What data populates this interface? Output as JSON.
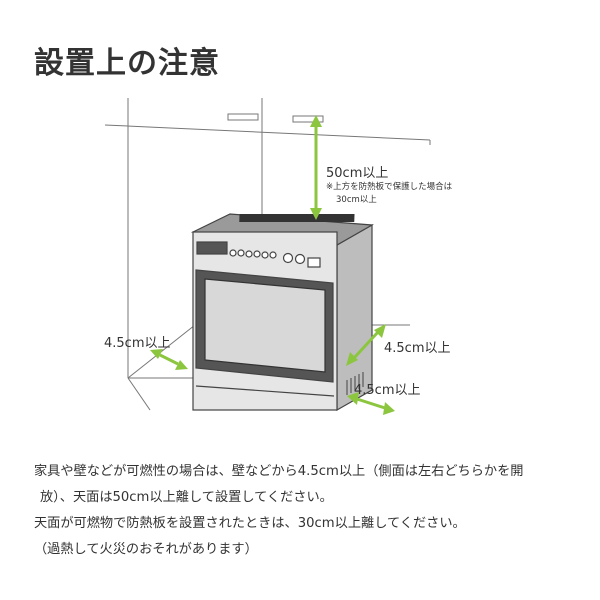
{
  "title": "設置上の注意",
  "labels": {
    "top_clearance": "50cm以上",
    "top_note_line1": "※上方を防熱板で保護した場合は",
    "top_note_line2": "30cm以上",
    "left_clearance": "4.5cm以上",
    "right_clearance": "4.5cm以上",
    "front_right_clearance": "4.5cm以上"
  },
  "description": {
    "line1": "家具や壁などが可燃性の場合は、壁などから4.5cm以上（側面は左右どちらかを開",
    "line2": "放）、天面は50cm以上離して設置してください。",
    "line3": "天面が可燃物で防熱板を設置されたときは、30cm以上離してください。",
    "line4": "（過熱して火災のおそれがあります）"
  },
  "colors": {
    "arrow": "#8cc63f",
    "line": "#555555",
    "wall_shade": "#f2f2f2",
    "oven_light": "#e6e6e6",
    "oven_dark": "#444444"
  }
}
